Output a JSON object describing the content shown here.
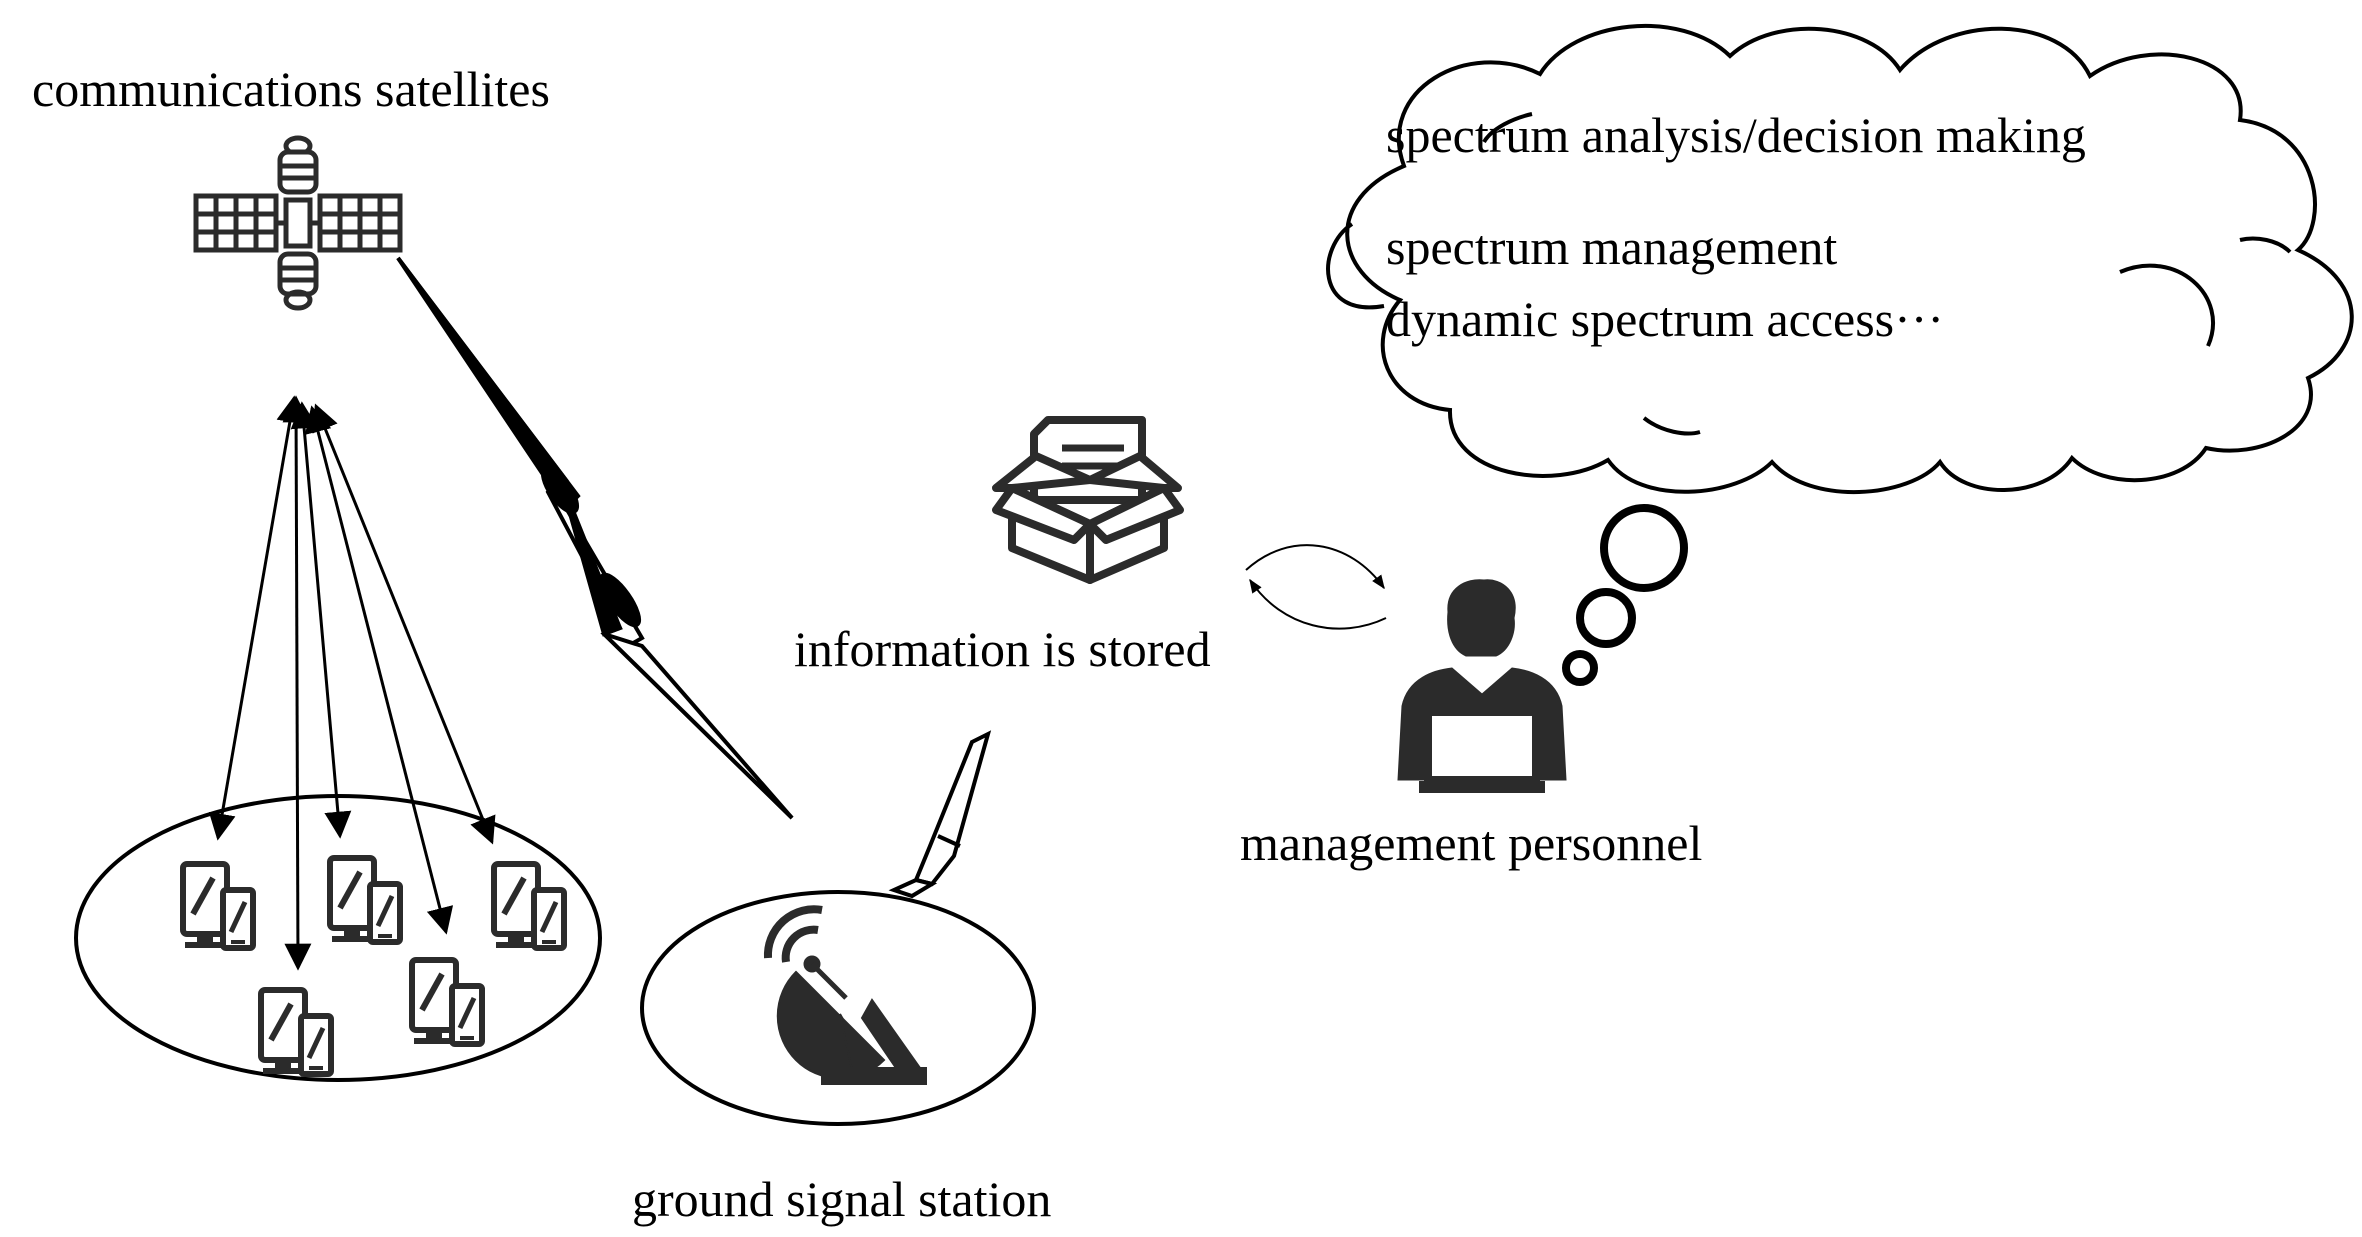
{
  "labels": {
    "satellites": "communications satellites",
    "stored": "information is stored",
    "personnel": "management personnel",
    "ground_station": "ground signal station"
  },
  "cloud": {
    "items": [
      "spectrum analysis/decision making",
      "spectrum management",
      "dynamic spectrum access···"
    ]
  },
  "icons": {
    "satellite": "satellite-icon",
    "device": "tablet-phone-device-icon",
    "dish": "satellite-dish-icon",
    "box": "storage-box-icon",
    "person": "person-at-laptop-icon",
    "exchange": "circular-arrows-icon",
    "link": "lightning-link-icon"
  },
  "colors": {
    "ink": "#000000",
    "icon": "#2b2b2b",
    "background": "#ffffff"
  }
}
